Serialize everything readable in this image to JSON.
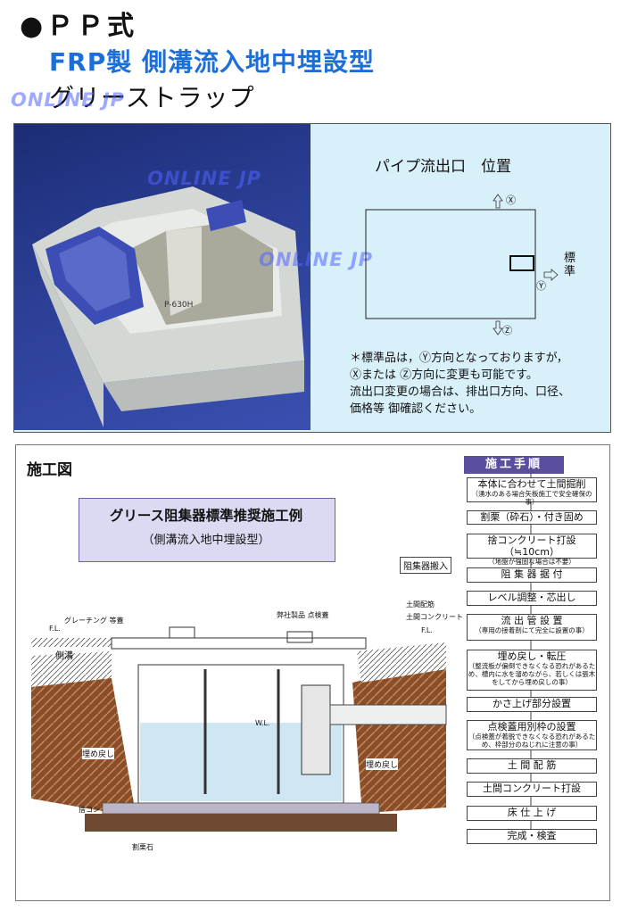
{
  "header": {
    "line1": "●ＰＰ式",
    "line2": "FRP製 側溝流入地中埋設型",
    "line3": "グリーストラップ"
  },
  "watermark": "ONLINE JP",
  "photo": {
    "label": "P-630H"
  },
  "pipe_outlet": {
    "title": "パイプ流出口　位置",
    "x_label": "Ⓧ",
    "y_label": "Ⓨ",
    "z_label": "Ⓩ",
    "standard_label": "標準",
    "note_line1": "＊標準品は，Ⓨ方向となっておりますが，",
    "note_line2": "Ⓧまたは Ⓩ方向に変更も可能です。",
    "note_line3": "流出口変更の場合は、排出口方向、口径、",
    "note_line4": "価格等 御確認ください。"
  },
  "construction": {
    "section_title": "施工図",
    "box_title": "グリース阻集器標準推奨施工例",
    "box_subtitle": "（側溝流入地中埋設型）",
    "label_grating": "グレーチング 等蓋",
    "label_fl_left": "F.L.",
    "label_sokkou": "側溝",
    "label_cover": "弊社製品 点検蓋",
    "label_doma_haikin": "土間配筋",
    "label_doma_concrete": "土間コンクリート",
    "label_fl_right": "F.L.",
    "label_wl": "W.L.",
    "label_umemodoshi_left": "埋め戻し",
    "label_umemodoshi_right": "埋め戻し",
    "label_sutecon": "捨コン",
    "label_wariguri": "割栗石",
    "label_hannyu": "阻集器搬入"
  },
  "steps": {
    "header": "施工手順",
    "items": [
      {
        "main": "本体に合わせて土間掘削",
        "sub": "（湧水のある場合矢板施工で安全確保の事）"
      },
      {
        "main": "割栗（砕石）・付き固め",
        "sub": ""
      },
      {
        "main": "捨コンクリート打設（≒10cm）",
        "sub": "（地盤が強固な場合は不要）"
      },
      {
        "main": "阻 集 器 据 付",
        "sub": ""
      },
      {
        "main": "レベル調整・芯出し",
        "sub": ""
      },
      {
        "main": "流 出 管 設 置",
        "sub": "（専用の接着剤にて完全に設置の事）"
      },
      {
        "main": "埋め戻し・転圧",
        "sub": "（整流板が偏倒できなくなる恐れがあるため、槽内に水を溜めながら、若しくは張木をしてから埋め戻しの事）"
      },
      {
        "main": "かさ上げ部分設置",
        "sub": ""
      },
      {
        "main": "点検蓋用別枠の設置",
        "sub": "（点検蓋が着脱できなくなる恐れがあるため、枠部分のねじれに注意の事）"
      },
      {
        "main": "土 間 配 筋",
        "sub": ""
      },
      {
        "main": "土間コンクリート打設",
        "sub": ""
      },
      {
        "main": "床 仕 上 げ",
        "sub": ""
      },
      {
        "main": "完成・検査",
        "sub": ""
      }
    ]
  }
}
